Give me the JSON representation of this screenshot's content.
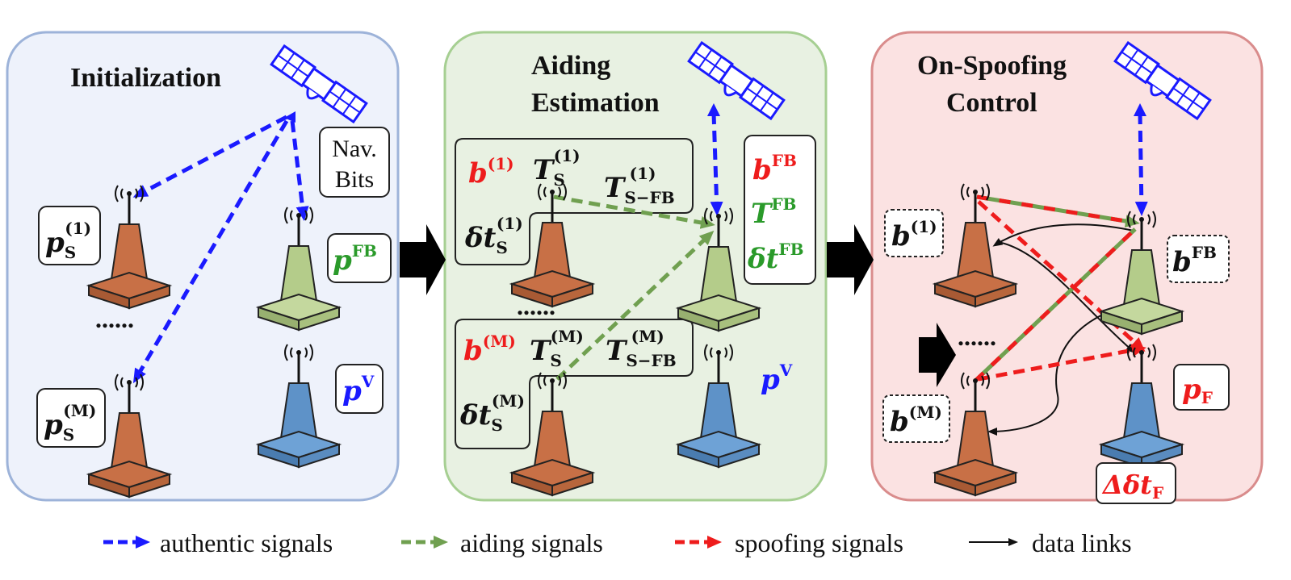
{
  "panels": {
    "init": {
      "title": "Initialization"
    },
    "aid": {
      "title_line1": "Aiding",
      "title_line2": "Estimation"
    },
    "spoof": {
      "title_line1": "On-Spoofing",
      "title_line2": "Control"
    }
  },
  "labels": {
    "nav_line1": "Nav.",
    "nav_line2": "Bits",
    "dots": "......",
    "p": "p",
    "b": "b",
    "T": "T",
    "dt": "δt",
    "Ddt": "Δδt",
    "sup_1": "(1)",
    "sup_M": "(M)",
    "sup_FB": "FB",
    "sup_V": "V",
    "sub_S": "S",
    "sub_SFB": "S−FB",
    "sub_F": "F"
  },
  "legend": {
    "authentic": "authentic signals",
    "aiding": "aiding signals",
    "spoofing": "spoofing signals",
    "data": "data links"
  },
  "colors": {
    "authentic": "#1a1aff",
    "aiding": "#70a050",
    "spoofing": "#ee1c1c",
    "data_link": "#111111",
    "panel_init_fill": "#eef2fb",
    "panel_init_stroke": "#9db3d9",
    "panel_aid_fill": "#e8f1e2",
    "panel_aid_stroke": "#a6cf92",
    "panel_spoof_fill": "#fbe2e2",
    "panel_spoof_stroke": "#d98c8c",
    "tower_brown": "#c87046",
    "tower_green": "#b4cc8a",
    "tower_blue": "#5e92c8"
  }
}
